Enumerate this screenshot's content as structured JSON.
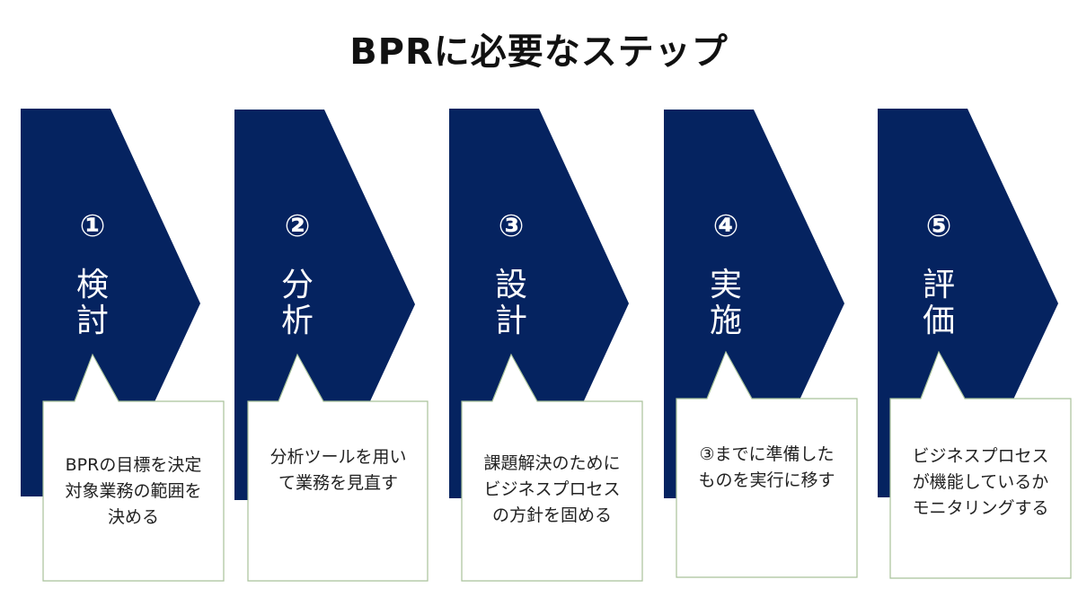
{
  "title": "BPRに必要なステップ",
  "colors": {
    "chevron": "#052360",
    "box_border": "#a9c29a",
    "box_fill": "#ffffff",
    "title_text": "#111111",
    "label_text": "#ffffff",
    "desc_text": "#222222"
  },
  "steps": [
    {
      "number": "①",
      "label_line1": "検",
      "label_line2": "討",
      "description": "BPRの目標を決定\n対象業務の範囲を\n決める"
    },
    {
      "number": "②",
      "label_line1": "分",
      "label_line2": "析",
      "description": "分析ツールを用い\nて業務を見直す"
    },
    {
      "number": "③",
      "label_line1": "設",
      "label_line2": "計",
      "description": "課題解決のために\nビジネスプロセス\nの方針を固める"
    },
    {
      "number": "④",
      "label_line1": "実",
      "label_line2": "施",
      "description": "③までに準備した\nものを実行に移す"
    },
    {
      "number": "⑤",
      "label_line1": "評",
      "label_line2": "価",
      "description": "ビジネスプロセス\nが機能しているか\nモニタリングする"
    }
  ]
}
